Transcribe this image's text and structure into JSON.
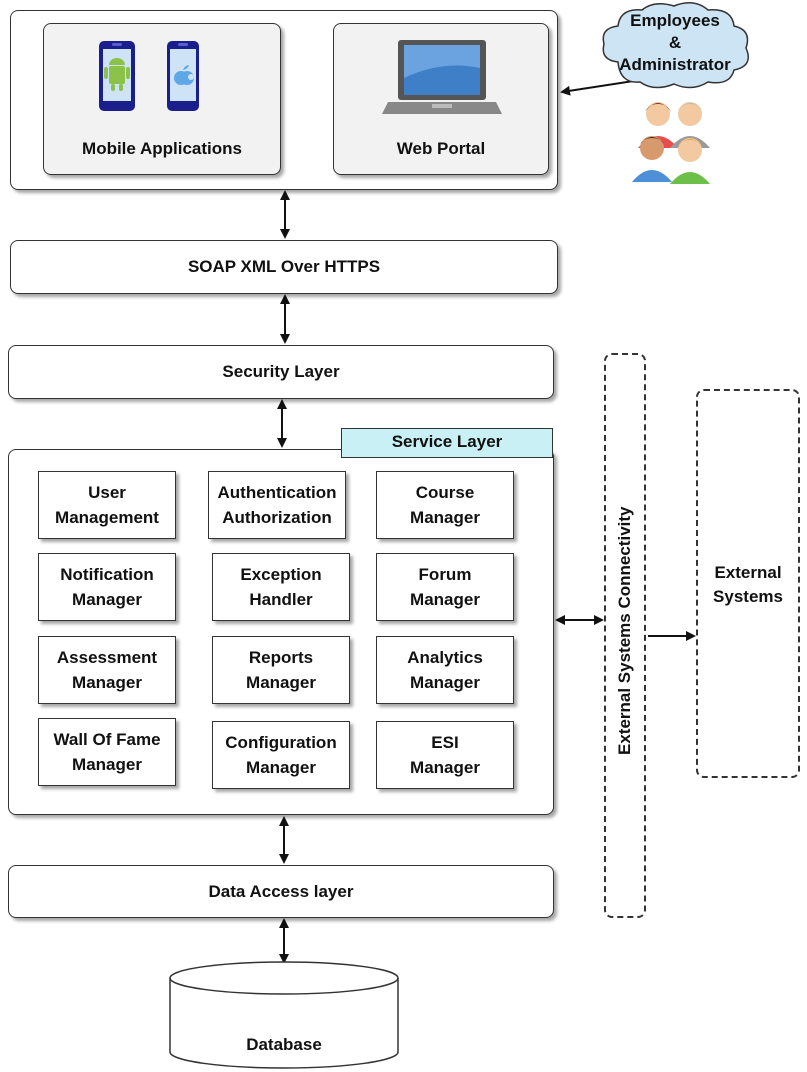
{
  "clients": {
    "mobile_label": "Mobile Applications",
    "web_label": "Web Portal"
  },
  "actors": {
    "cloud_lines": [
      "Employees",
      "&",
      "Administrator"
    ]
  },
  "layers": {
    "soap": "SOAP XML Over HTTPS",
    "security": "Security Layer",
    "service": "Service Layer",
    "data_access": "Data Access layer",
    "database": "Database"
  },
  "services": [
    [
      "User",
      "Management"
    ],
    [
      "Authentication",
      "Authorization"
    ],
    [
      "Course",
      "Manager"
    ],
    [
      "Notification",
      "Manager"
    ],
    [
      "Exception",
      "Handler"
    ],
    [
      "Forum",
      "Manager"
    ],
    [
      "Assessment",
      "Manager"
    ],
    [
      "Reports",
      "Manager"
    ],
    [
      "Analytics",
      "Manager"
    ],
    [
      "Wall Of Fame",
      "Manager"
    ],
    [
      "Configuration",
      "Manager"
    ],
    [
      "ESI",
      "Manager"
    ]
  ],
  "external": {
    "connectivity": "External Systems Connectivity",
    "systems_lines": [
      "External",
      "Systems"
    ]
  },
  "colors": {
    "service_tag": "#c9f1f5",
    "android": "#8bc34a",
    "phone_frame": "#1a1f8c"
  }
}
